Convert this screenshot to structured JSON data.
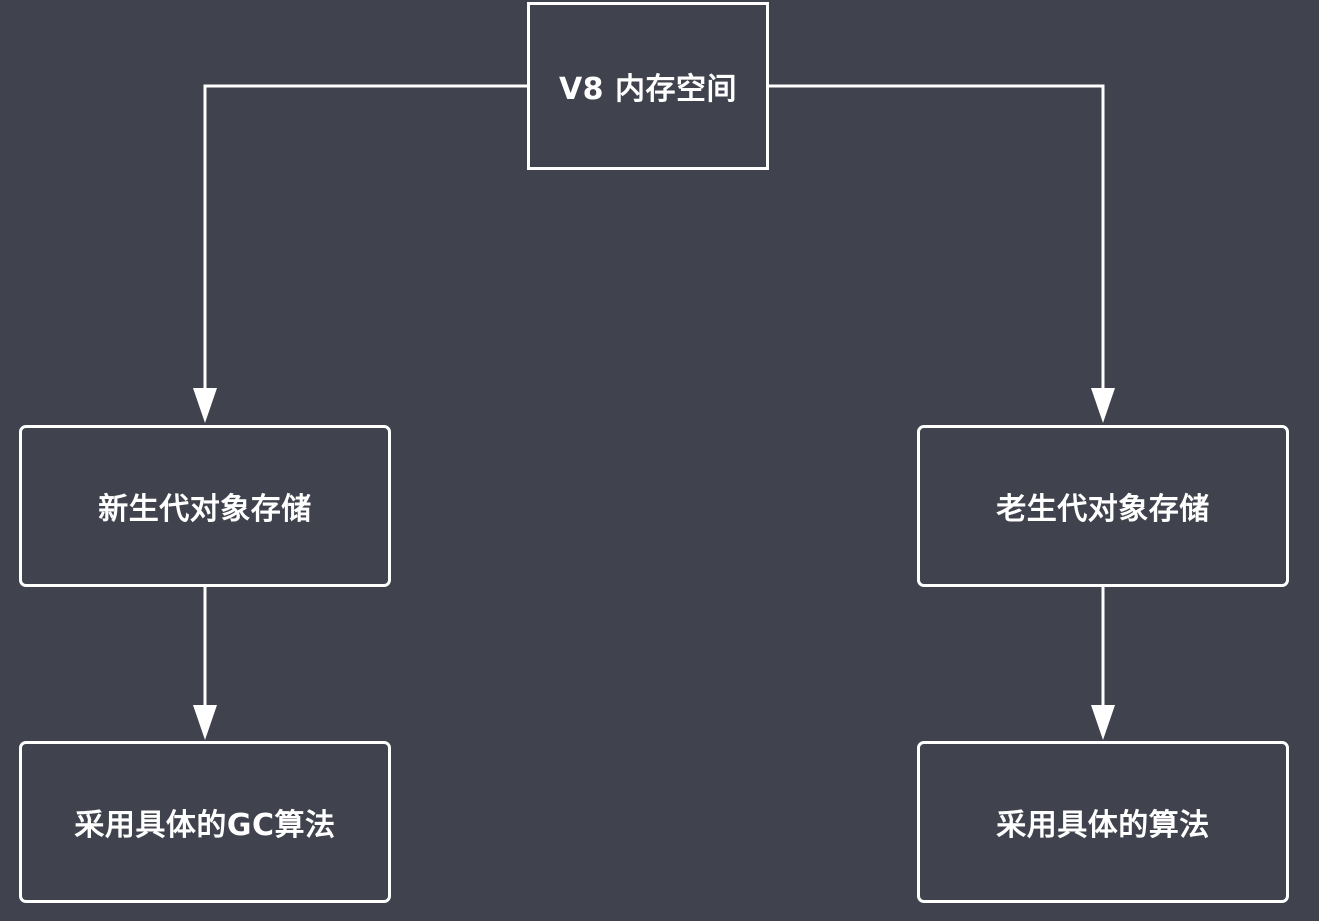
{
  "diagram": {
    "background_color": "#40424d",
    "line_color": "#ffffff",
    "root": {
      "label": "V8 内存空间"
    },
    "branches": [
      {
        "label": "新生代对象存储",
        "child": {
          "label": "采用具体的GC算法"
        }
      },
      {
        "label": "老生代对象存储",
        "child": {
          "label": "采用具体的算法"
        }
      }
    ]
  }
}
